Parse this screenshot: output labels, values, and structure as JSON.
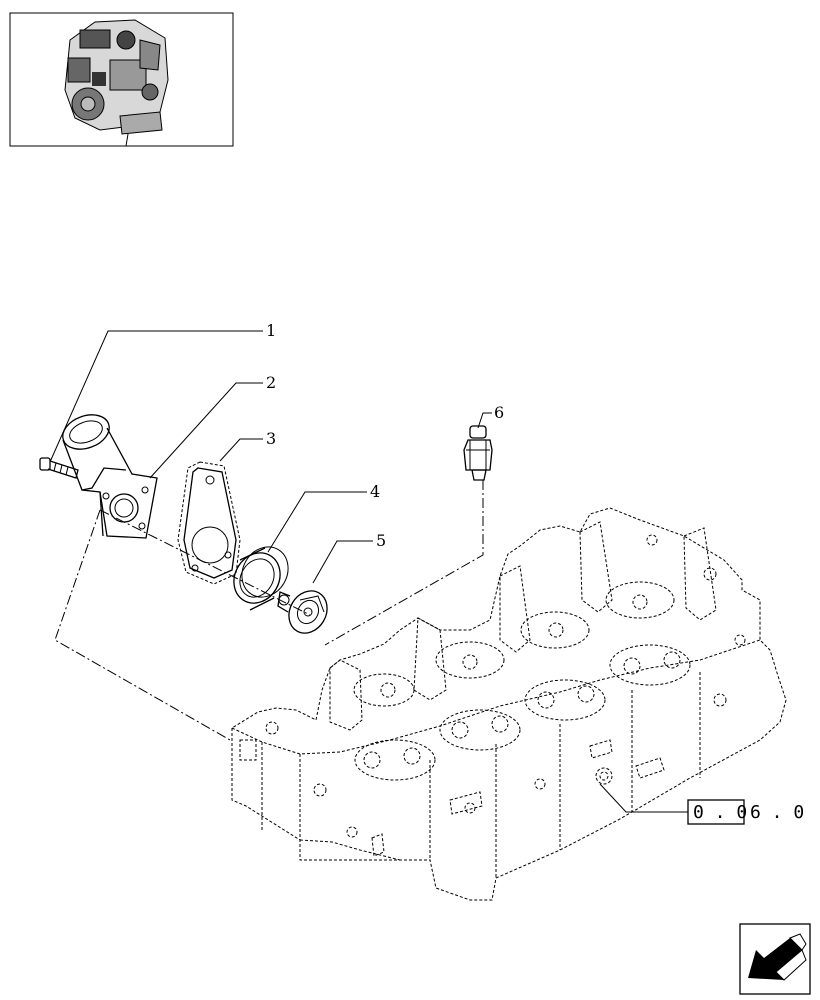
{
  "callouts": [
    {
      "id": "1",
      "label": "1"
    },
    {
      "id": "2",
      "label": "2"
    },
    {
      "id": "3",
      "label": "3"
    },
    {
      "id": "4",
      "label": "4"
    },
    {
      "id": "5",
      "label": "5"
    },
    {
      "id": "6",
      "label": "6"
    }
  ],
  "reference": {
    "boxed": "0 . 0",
    "suffix": "6 . 0"
  },
  "icons": {
    "thumbnail": "engine-thumbnail-icon",
    "navigation": "arrow-navigation-icon"
  }
}
